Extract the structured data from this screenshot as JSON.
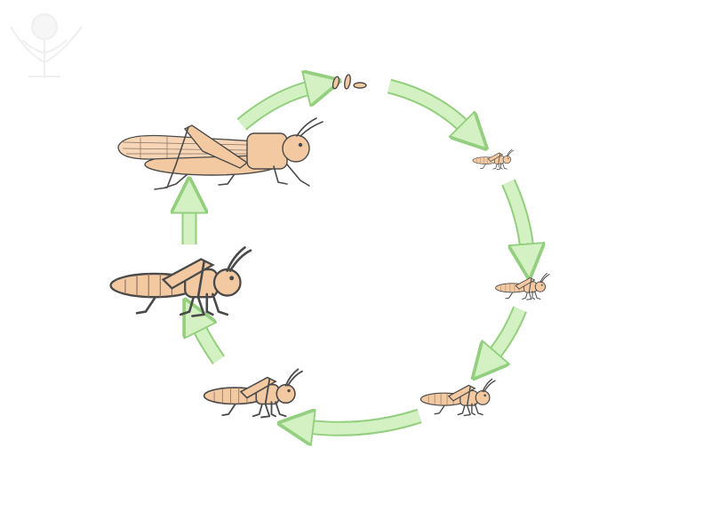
{
  "watermark": {
    "type": "logo",
    "icon": "thistle-logo",
    "color": "#f2f2f2"
  },
  "colors": {
    "arrow_fill": "#d3f1c2",
    "arrow_stroke": "#93cf7e",
    "insect_body": "#f3c9a2",
    "outline": "#4a4a4a"
  },
  "stages": [
    {
      "id": "eggs"
    },
    {
      "id": "nymph-1"
    },
    {
      "id": "nymph-2"
    },
    {
      "id": "nymph-3"
    },
    {
      "id": "nymph-4"
    },
    {
      "id": "nymph-5"
    },
    {
      "id": "adult"
    }
  ]
}
